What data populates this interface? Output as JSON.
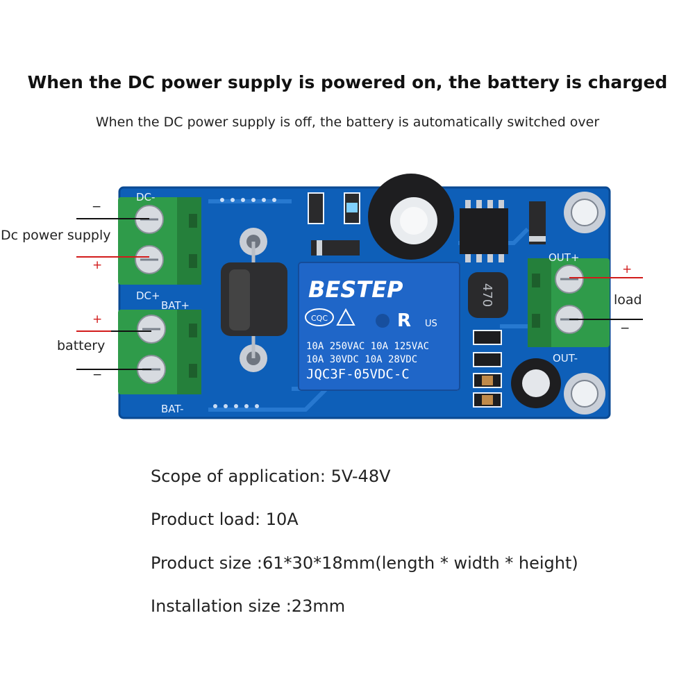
{
  "heading": {
    "title": "When the DC power supply is powered on, the battery is charged",
    "subtitle": "When the DC power supply is off, the battery is automatically switched over"
  },
  "labels": {
    "dc_power_supply": "Dc power supply",
    "battery": "battery",
    "load": "load",
    "plus": "+",
    "minus": "−"
  },
  "board": {
    "relay_brand": "BESTEP",
    "relay_cert": "CQC",
    "relay_ul": "US",
    "relay_rating_1": "10A 250VAC 10A 125VAC",
    "relay_rating_2": "10A  30VDC 10A  28VDC",
    "relay_model": "JQC3F-05VDC-C",
    "silk_dc_minus": "DC-",
    "silk_dc_plus": "DC+",
    "silk_bat_plus": "BAT+",
    "silk_bat_minus": "BAT-",
    "silk_out_plus": "OUT+",
    "silk_out_minus": "OUT-",
    "inductor_code": "470",
    "board_color": "#0e5fb8",
    "terminal_color": "#2f9b4a",
    "relay_color": "#1f66c8"
  },
  "specs": [
    "Scope of application: 5V-48V",
    "Product load: 10A",
    "Product size :61*30*18mm(length * width * height)",
    "Installation size :23mm"
  ]
}
